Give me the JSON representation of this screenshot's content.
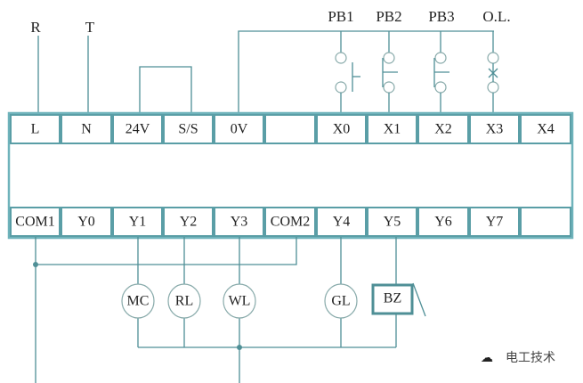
{
  "supply_labels": {
    "r": "R",
    "t": "T"
  },
  "input_device_labels": [
    "PB1",
    "PB2",
    "PB3",
    "O.L."
  ],
  "top_terminals": [
    "L",
    "N",
    "24V",
    "S/S",
    "0V",
    "",
    "X0",
    "X1",
    "X2",
    "X3",
    "X4"
  ],
  "bottom_terminals": [
    "COM1",
    "Y0",
    "Y1",
    "Y2",
    "Y3",
    "COM2",
    "Y4",
    "Y5",
    "Y6",
    "Y7",
    ""
  ],
  "loads": {
    "mc": "MC",
    "rl": "RL",
    "wl": "WL",
    "gl": "GL",
    "bz": "BZ"
  },
  "watermark": "电工技术",
  "colors": {
    "wire": "#4f8f96",
    "terminal_border": "#5a9ea6"
  }
}
